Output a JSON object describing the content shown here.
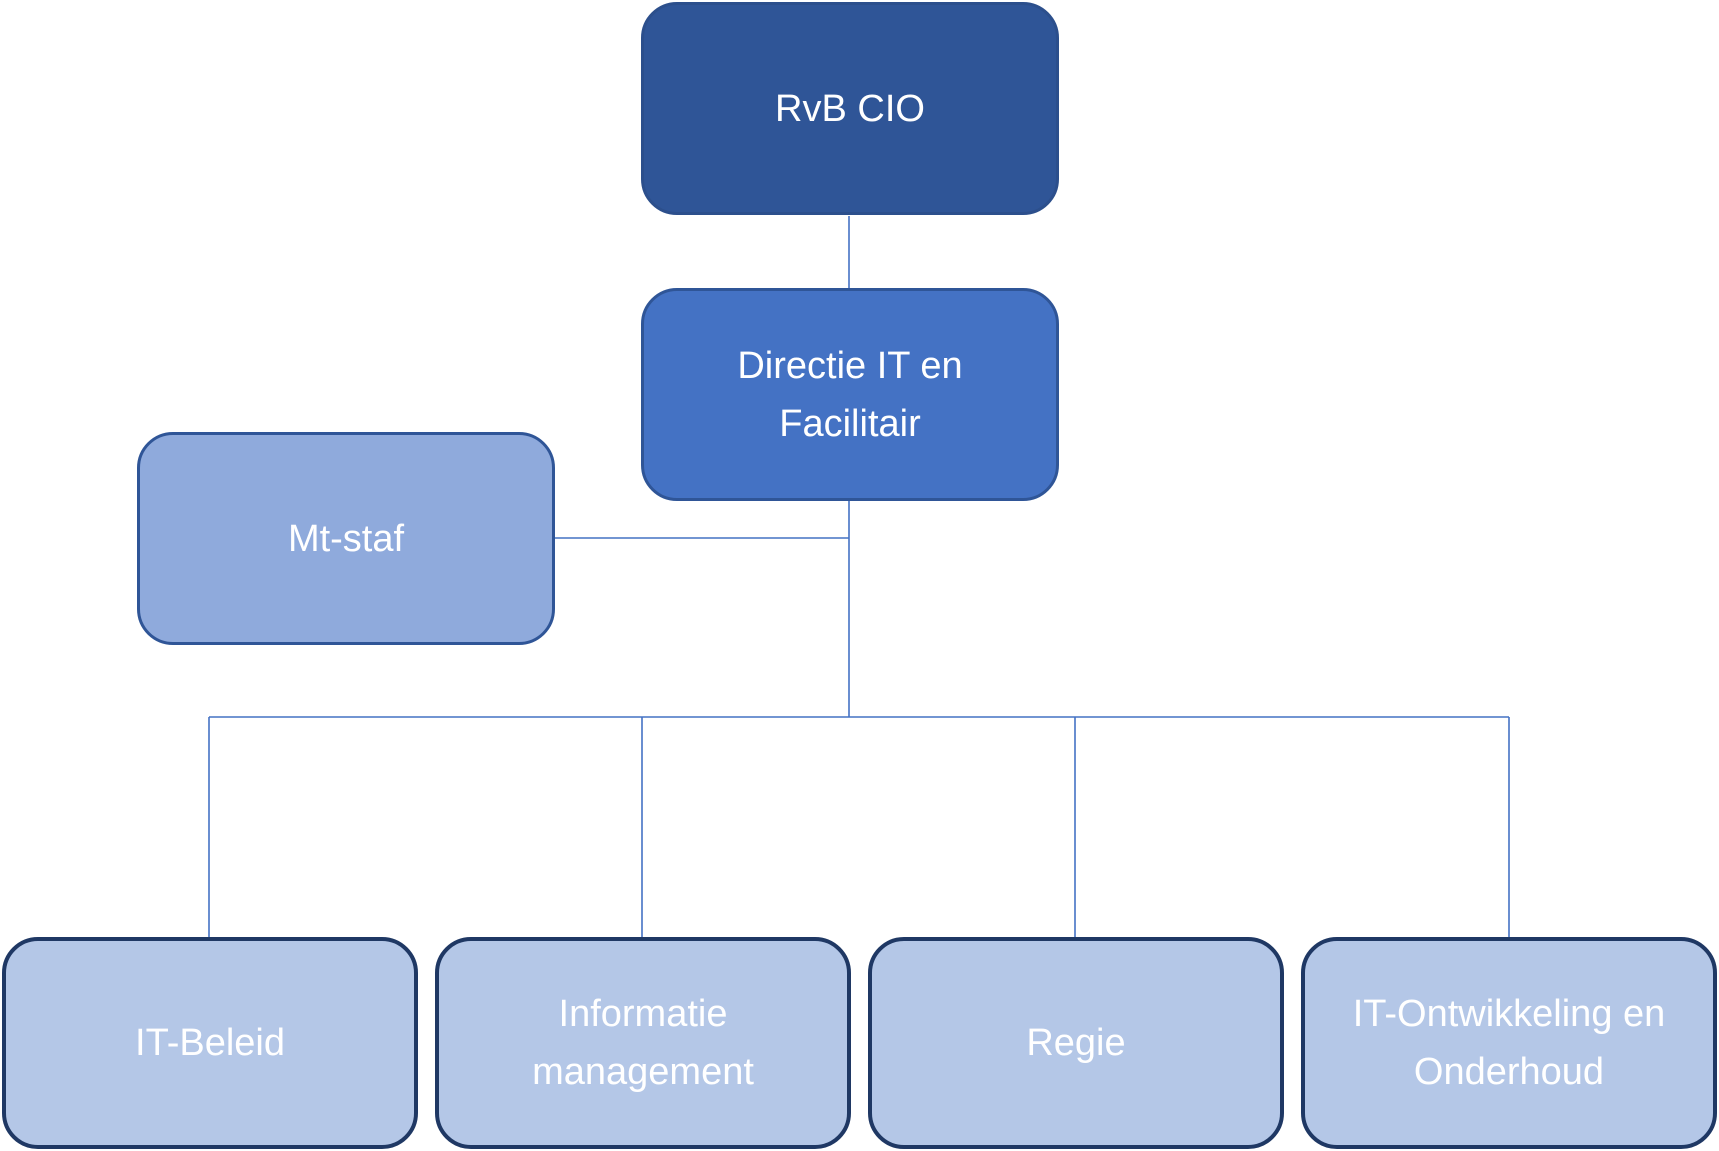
{
  "diagram": {
    "nodes": {
      "top": {
        "label": "RvB CIO"
      },
      "directie": {
        "label": "Directie IT en Facilitair"
      },
      "staf": {
        "label": "Mt-staf"
      },
      "units": [
        {
          "label": "IT-Beleid"
        },
        {
          "label": "Informatie management"
        },
        {
          "label": "Regie"
        },
        {
          "label": "IT-Ontwikkeling en Onderhoud"
        }
      ]
    },
    "edges": [
      {
        "from": "top",
        "to": "directie"
      },
      {
        "from": "directie",
        "to": "staf"
      },
      {
        "from": "directie",
        "to": "units.0"
      },
      {
        "from": "directie",
        "to": "units.1"
      },
      {
        "from": "directie",
        "to": "units.2"
      },
      {
        "from": "directie",
        "to": "units.3"
      }
    ],
    "colors": {
      "top_fill": "#2f5597",
      "directie_fill": "#4472c4",
      "staf_fill": "#8faadc",
      "unit_fill": "#b4c7e7",
      "unit_border": "#1f3864",
      "connector": "#4472c4",
      "text": "#ffffff"
    }
  }
}
